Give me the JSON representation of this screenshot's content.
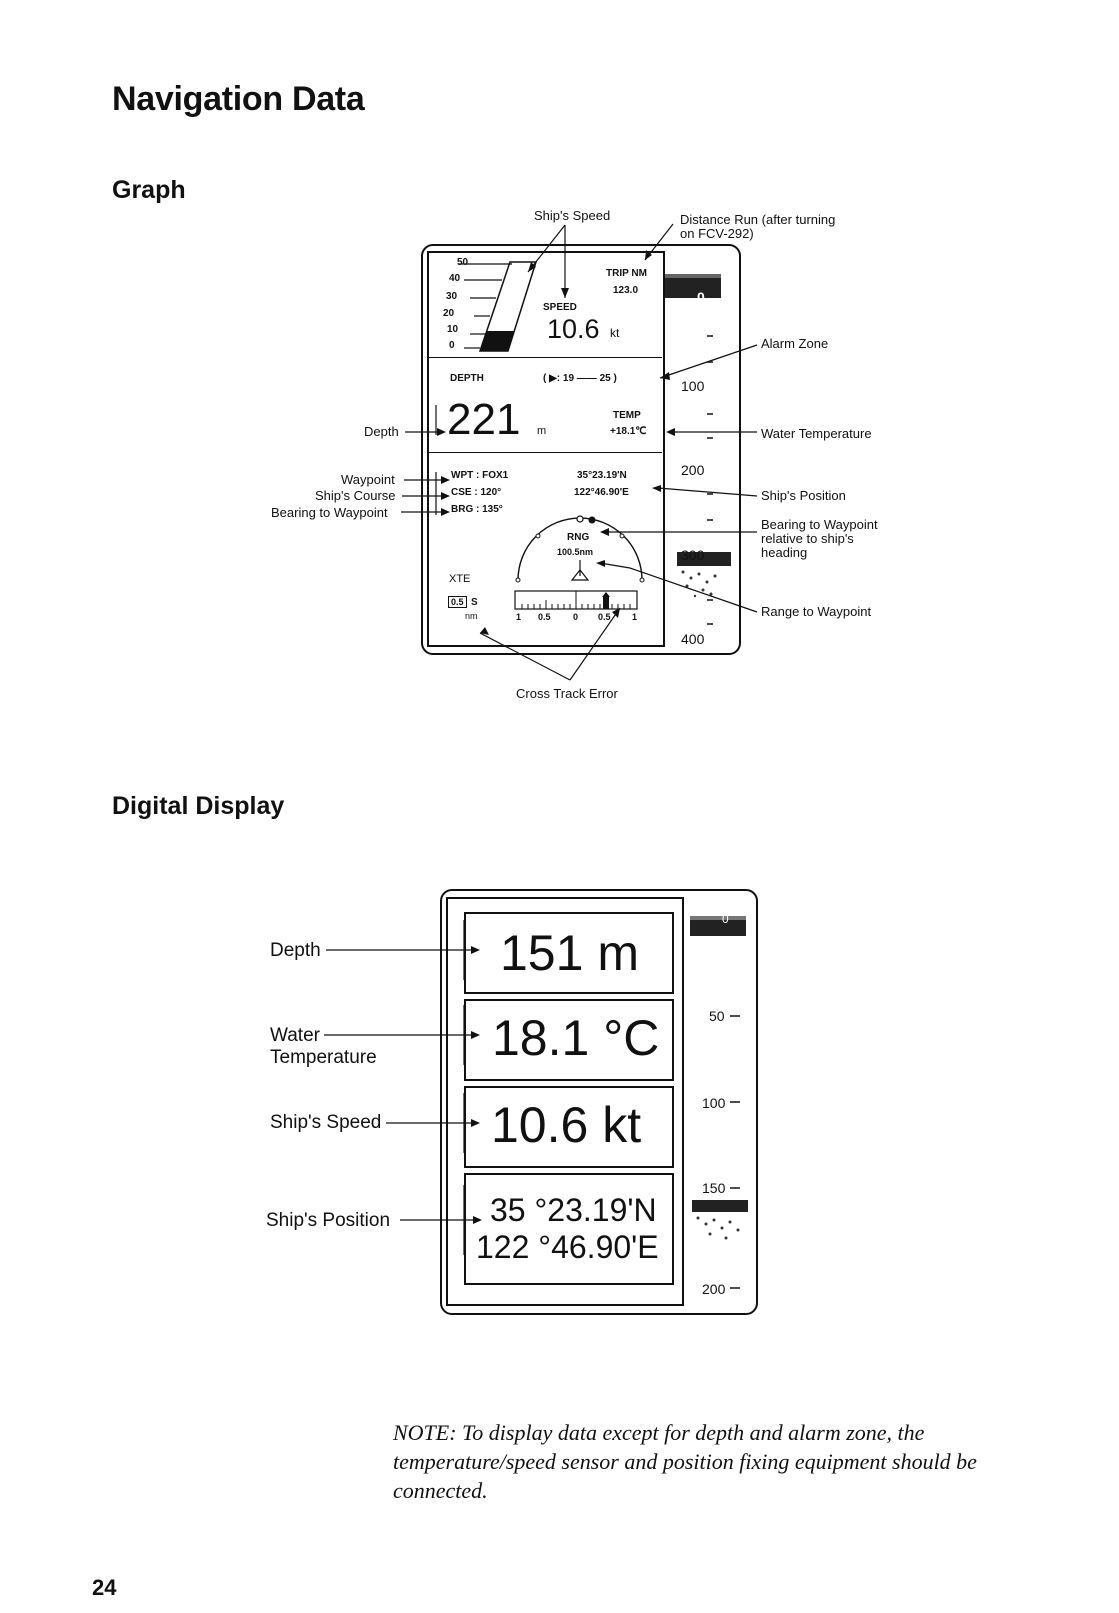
{
  "page": {
    "title": "Navigation Data",
    "page_number": "24",
    "note": "NOTE: To display data except for depth and alarm zone, the temperature/speed sensor and position fixing equipment should be connected."
  },
  "graph": {
    "heading": "Graph",
    "callouts": {
      "ships_speed": "Ship's Speed",
      "distance_run_1": "Distance Run (after turning",
      "distance_run_2": "on FCV-292)",
      "alarm_zone": "Alarm Zone",
      "depth": "Depth",
      "water_temperature": "Water Temperature",
      "waypoint": "Waypoint",
      "ships_course": "Ship's Course",
      "bearing_to_waypoint": "Bearing to Waypoint",
      "ships_position": "Ship's Position",
      "bearing_relative_1": "Bearing to Waypoint",
      "bearing_relative_2": "relative to ship's",
      "bearing_relative_3": "heading",
      "range_to_waypoint": "Range to Waypoint",
      "cross_track_error": "Cross Track Error"
    },
    "screen": {
      "speed_scale": [
        "50",
        "40",
        "30",
        "20",
        "10",
        "0"
      ],
      "trip_label": "TRIP NM",
      "trip_value": "123.0",
      "speed_label": "SPEED",
      "speed_value": "10.6",
      "speed_unit": "kt",
      "depth_label": "DEPTH",
      "alarm_range": "( ▶:  19 —— 25 )",
      "depth_value": "221",
      "depth_unit": "m",
      "temp_label": "TEMP",
      "temp_value": "+18.1℃",
      "wpt": "WPT :  FOX1",
      "cse": "CSE :  120°",
      "brg": "BRG :  135°",
      "lat": "35°23.19'N",
      "lon": "122°46.90'E",
      "rng_label": "RNG",
      "rng_value": "100.5nm",
      "xte_label": "XTE",
      "xte_value": "0.5",
      "xte_s": "S",
      "xte_unit": "nm",
      "xte_scale": [
        "1",
        "0.5",
        "0",
        "0.5",
        "1"
      ],
      "depth_scale": [
        "0",
        "100",
        "200",
        "300",
        "400"
      ]
    }
  },
  "digital": {
    "heading": "Digital Display",
    "labels": {
      "depth": "Depth",
      "water_1": "Water",
      "water_2": "Temperature",
      "speed": "Ship's Speed",
      "position": "Ship's Position"
    },
    "values": {
      "depth": "151 m",
      "temperature": "18.1 °C",
      "speed": "10.6 kt",
      "lat": "35 °23.19'N",
      "lon": "122 °46.90'E"
    },
    "depth_scale": [
      "0",
      "50",
      "100",
      "150",
      "200"
    ]
  }
}
